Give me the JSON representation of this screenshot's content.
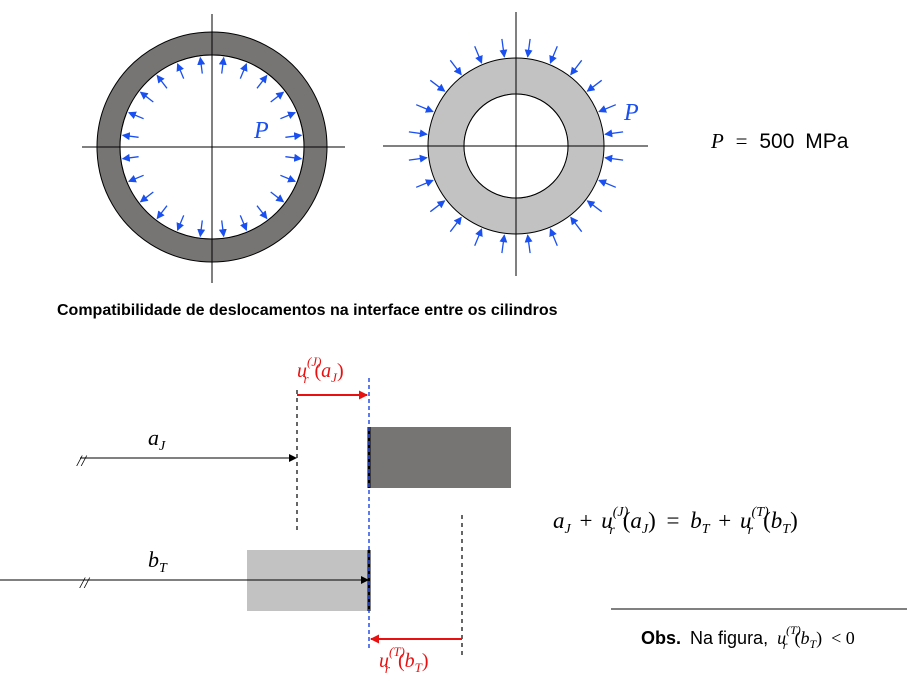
{
  "pressure_label": "P",
  "pressure_equation": {
    "symbol": "P",
    "equals": "=",
    "value": "500",
    "unit": "MPa"
  },
  "section_title": "Compatibilidade de deslocamentos na interface entre os cilindros",
  "labels": {
    "a_base": "a",
    "a_sub": "J",
    "b_base": "b",
    "b_sub": "T",
    "u_base": "u",
    "u_sub": "r",
    "sup_J": "(J)",
    "sup_T": "(T)",
    "arg_aJ": [
      "(",
      "a",
      "J",
      ")"
    ],
    "arg_bT": [
      "(",
      "b",
      "T",
      ")"
    ]
  },
  "compat_equation": {
    "plus": "+",
    "equals": "="
  },
  "obs": {
    "bold": "Obs.",
    "text": "Na figura,",
    "relation": "< 0"
  },
  "colors": {
    "jacket": "#777474",
    "tube": "#c2c2c2",
    "pressure_arrow": "#1a4ff0",
    "displacement": "#e81010",
    "interface_line": "#2a50e8"
  }
}
